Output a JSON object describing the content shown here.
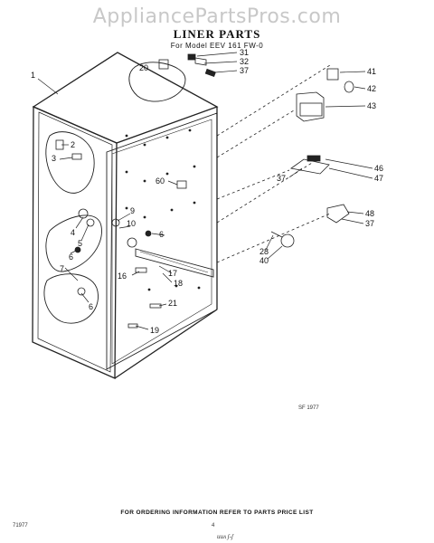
{
  "watermark": "AppliancePartsPros.com",
  "title": "LINER PARTS",
  "subtitle": "For Model EEV 161 FW-0",
  "footer": "FOR ORDERING INFORMATION REFER TO PARTS PRICE LIST",
  "code_right": "SF 1977",
  "code_left": "71977",
  "page_number": "4",
  "handwritten_mark": "ᴎᴎᴧ ʃ‑ʃ",
  "callouts": [
    "1",
    "2",
    "3",
    "4",
    "5",
    "6",
    "7",
    "6",
    "20",
    "31",
    "32",
    "37",
    "41",
    "42",
    "43",
    "9",
    "10",
    "6",
    "60",
    "16",
    "17",
    "18",
    "21",
    "19",
    "46",
    "47",
    "37",
    "48",
    "37",
    "28",
    "40"
  ]
}
